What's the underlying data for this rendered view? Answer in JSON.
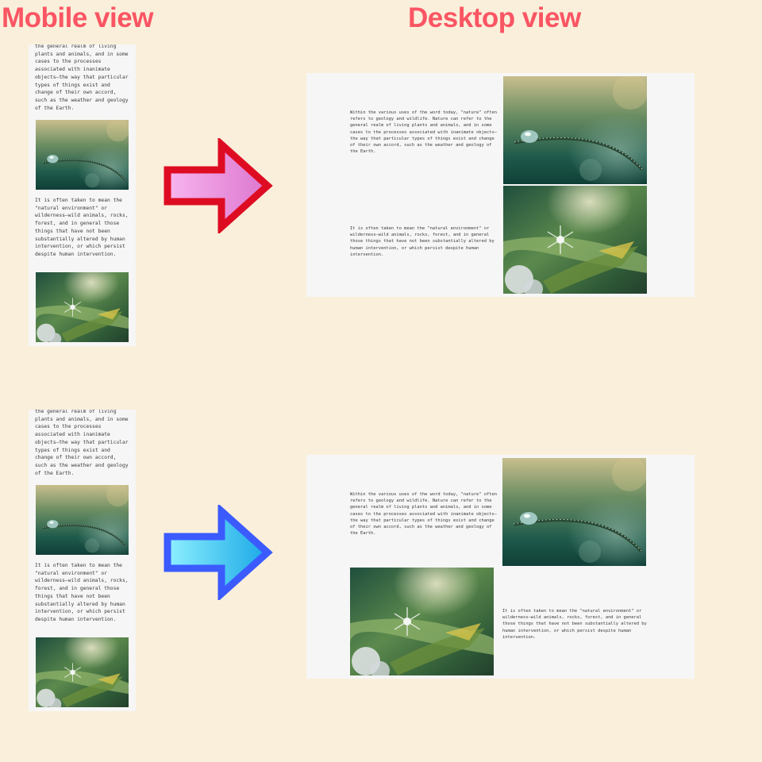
{
  "headings": {
    "mobile": "Mobile view",
    "desktop": "Desktop view",
    "color": "#fa5563"
  },
  "texts": {
    "p1_full": "Within the various uses of the word today, \"nature\" often refers to geology and wildlife. Nature can refer to the general realm of living plants and animals, and in some cases to the processes associated with inanimate objects—the way that particular types of things exist and change of their own accord, such as the weather and geology of the Earth.",
    "p1_clipped": "the general realm of living plants and animals, and in some cases to the processes associated with inanimate objects—the way that particular types of things exist and change of their own accord, such as the weather and geology of the Earth.",
    "p2": "It is often taken to mean the \"natural environment\" or wilderness—wild animals, rocks, forest, and in general those things that have not been substantially altered by human intervention, or which persist despite human intervention."
  },
  "images": {
    "dew_drop": "dew-drop-on-grass-photo",
    "snowflake": "snowflake-on-leaf-photo"
  },
  "arrows": {
    "top": {
      "fill": "#f7b5ee",
      "stroke": "#de0c22"
    },
    "bottom": {
      "fill": "#39d2f7",
      "stroke": "#3b5bff"
    }
  },
  "colors": {
    "background": "#faefdb",
    "panel": "#f6f6f6"
  }
}
